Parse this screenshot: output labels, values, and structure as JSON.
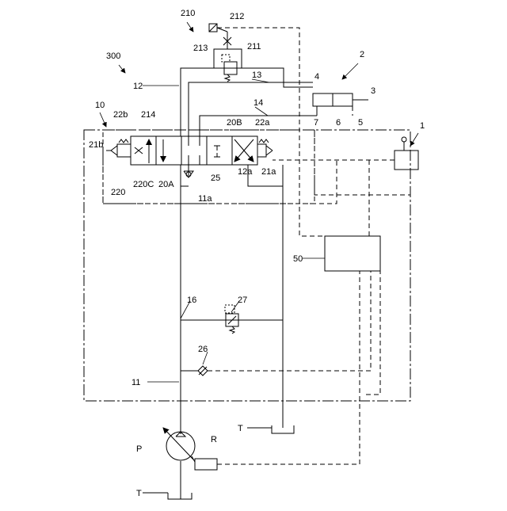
{
  "labels": {
    "l210": "210",
    "l212": "212",
    "l213": "213",
    "l211": "211",
    "l300": "300",
    "l2": "2",
    "l12": "12",
    "l13": "13",
    "l4": "4",
    "l3": "3",
    "l14": "14",
    "l7": "7",
    "l6": "6",
    "l5": "5",
    "l10": "10",
    "l22b": "22b",
    "l214": "214",
    "l20B": "20B",
    "l22a": "22a",
    "l1": "1",
    "l21b": "21b",
    "l25": "25",
    "l12a": "12a",
    "l21a": "21a",
    "l220": "220",
    "l220C": "220C",
    "l20A": "20A",
    "l11a": "11a",
    "l50": "50",
    "l16": "16",
    "l27": "27",
    "l26": "26",
    "l11": "11",
    "lT1": "T",
    "lP": "P",
    "lR": "R",
    "lT2": "T"
  }
}
